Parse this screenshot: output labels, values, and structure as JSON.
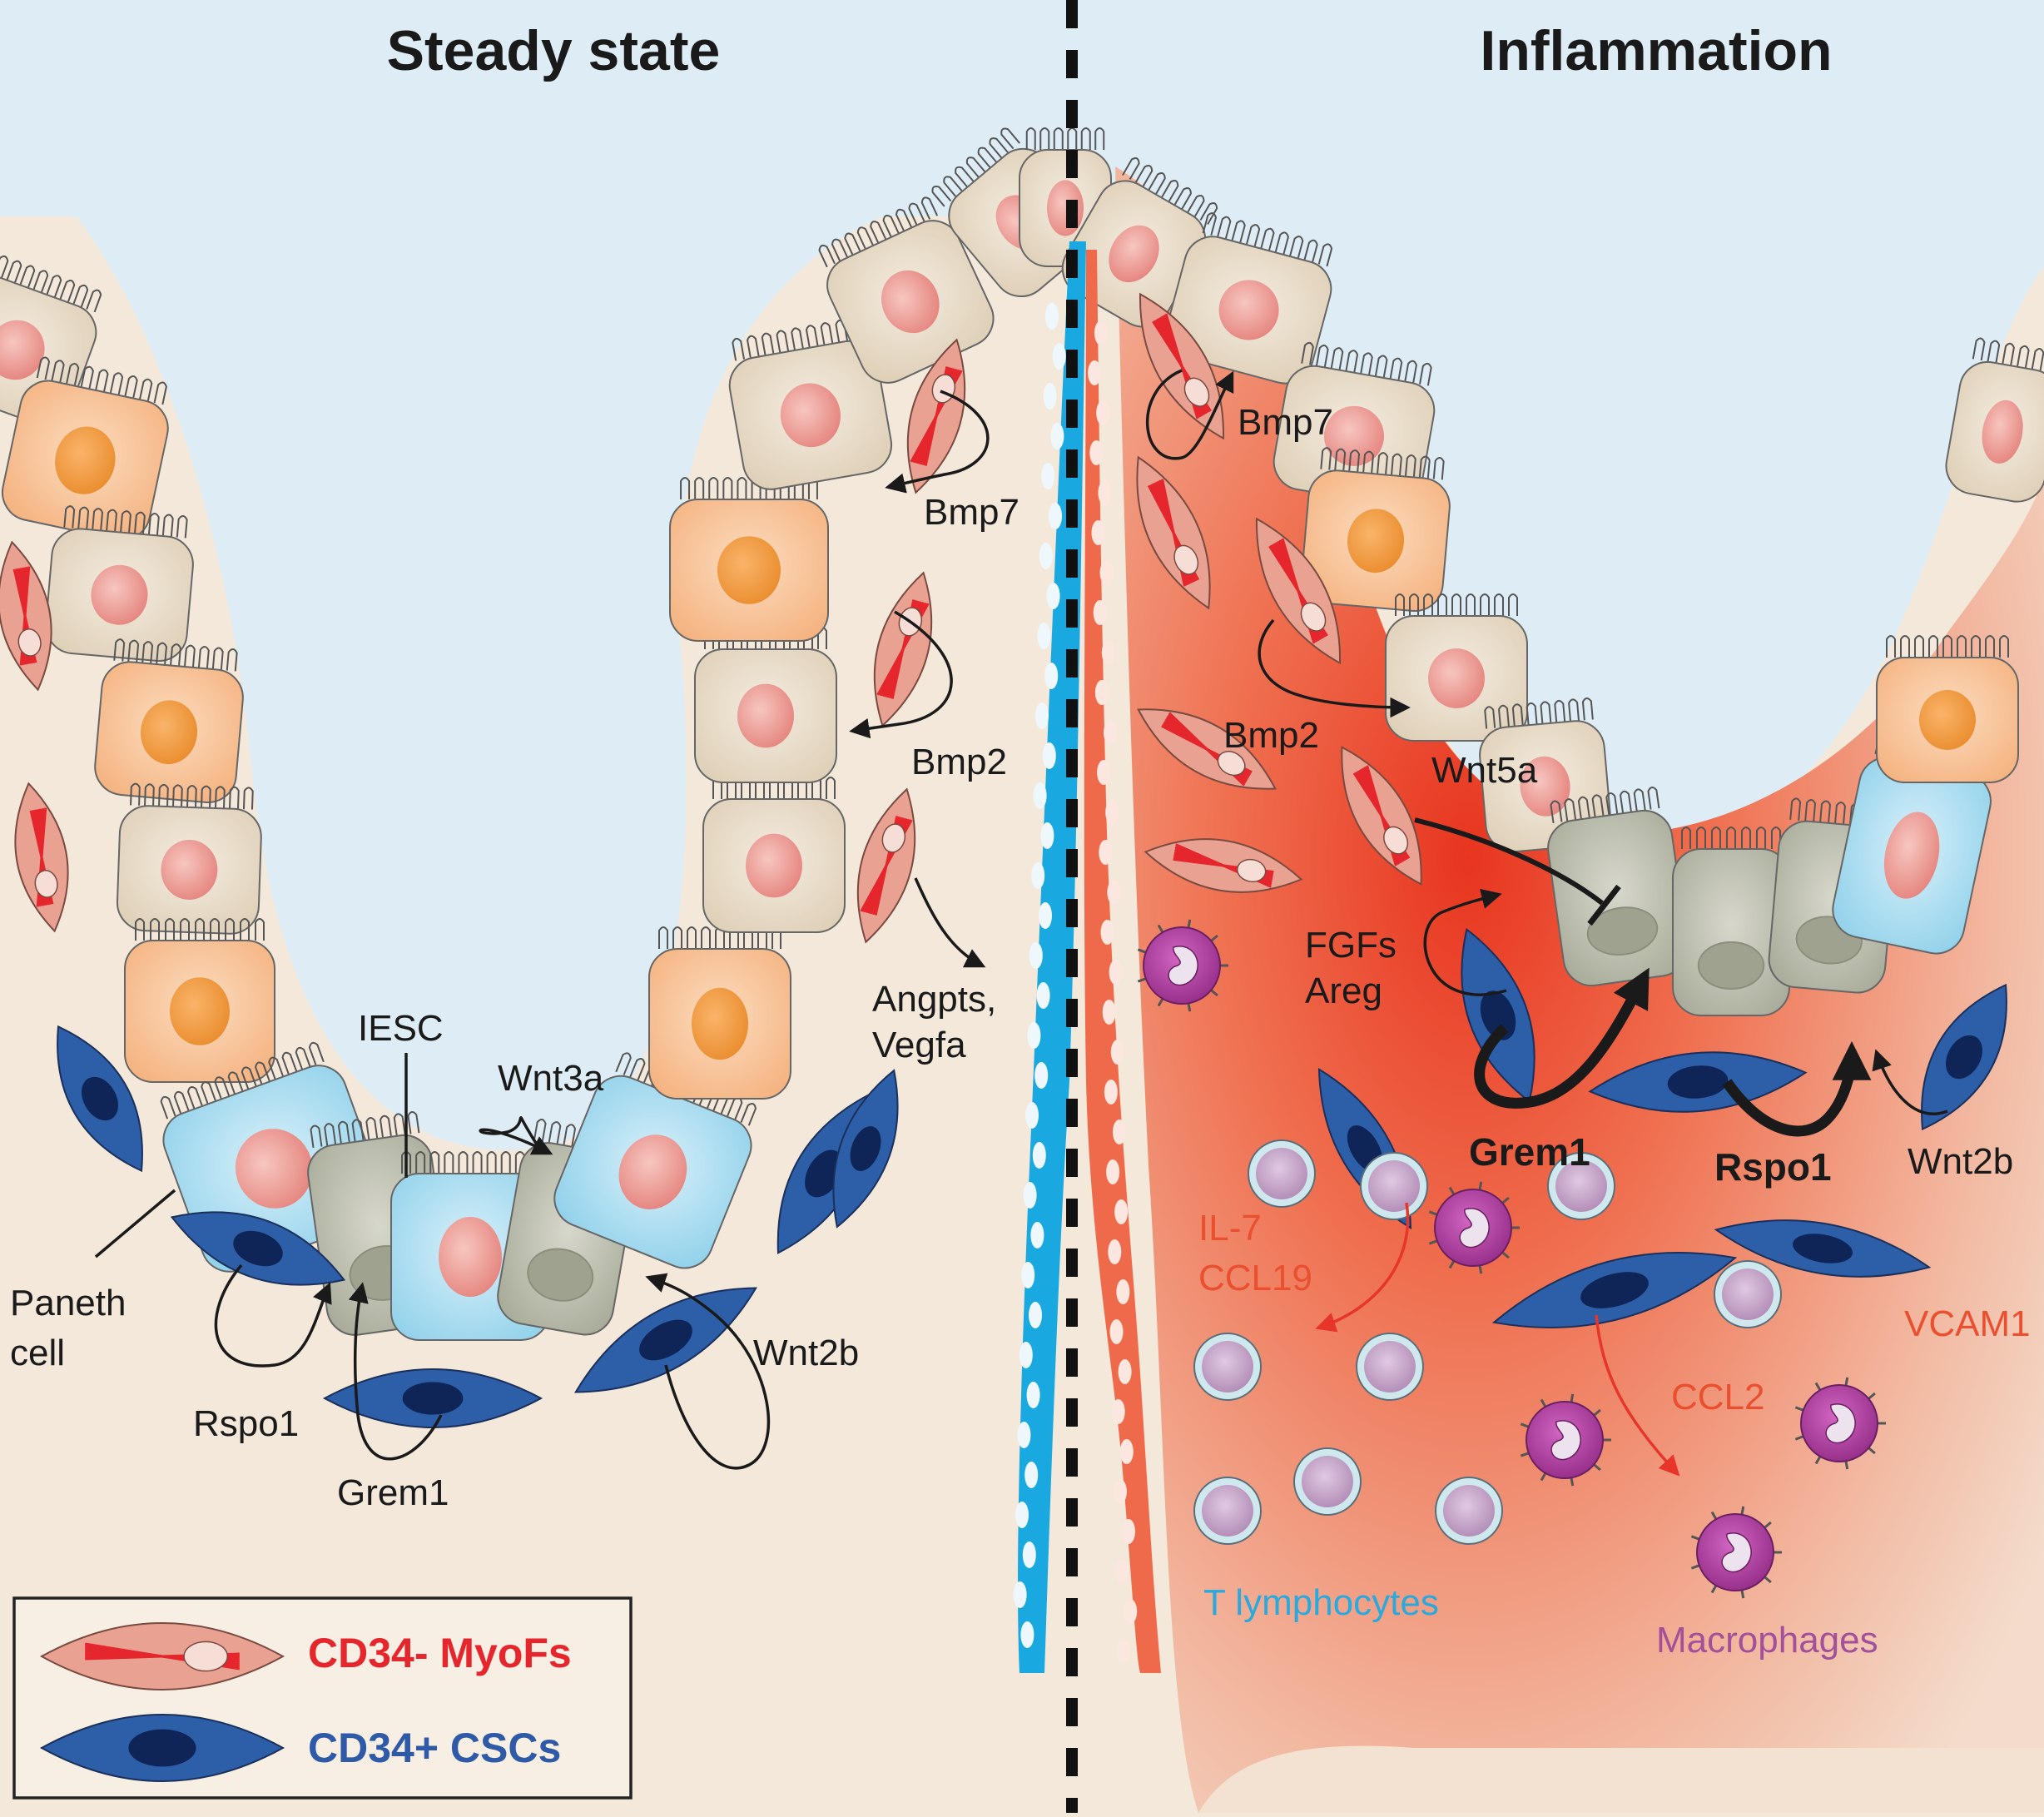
{
  "titles": {
    "left": "Steady state",
    "right": "Inflammation"
  },
  "labels": {
    "bmp7_left": "Bmp7",
    "bmp2_left": "Bmp2",
    "angpts": "Angpts,",
    "vegfa": "Vegfa",
    "iesc": "IESC",
    "wnt3a": "Wnt3a",
    "paneth1": "Paneth",
    "paneth2": "cell",
    "rspo1_left": "Rspo1",
    "grem1_left": "Grem1",
    "wnt2b_left": "Wnt2b",
    "bmp7_right": "Bmp7",
    "bmp2_right": "Bmp2",
    "wnt5a": "Wnt5a",
    "fgfs": "FGFs",
    "areg": "Areg",
    "grem1_right": "Grem1",
    "rspo1_right": "Rspo1",
    "wnt2b_right": "Wnt2b",
    "il7": "IL-7",
    "ccl19": "CCL19",
    "vcam1": "VCAM1",
    "ccl2": "CCL2",
    "t_lymph": "T lymphocytes",
    "macrophages": "Macrophages"
  },
  "legend": {
    "myofs": "CD34- MyoFs",
    "cscs": "CD34+ CSCs"
  },
  "colors": {
    "lumen": "#deedf5",
    "tissue": "#f3e8da",
    "inflamed": "#e8472c",
    "enterocyte": "#e8dbc6",
    "goblet": "#f7bf8f",
    "paneth": "#a8dcef",
    "stem": "#b9bcac",
    "myofibroblast": "#e9a292",
    "csc": "#2d5ea8",
    "vessel_blue": "#1aa8e0",
    "vessel_red": "#ef6a4a",
    "t_cell": "#c8a9c9",
    "macrophage": "#a63b9b"
  }
}
